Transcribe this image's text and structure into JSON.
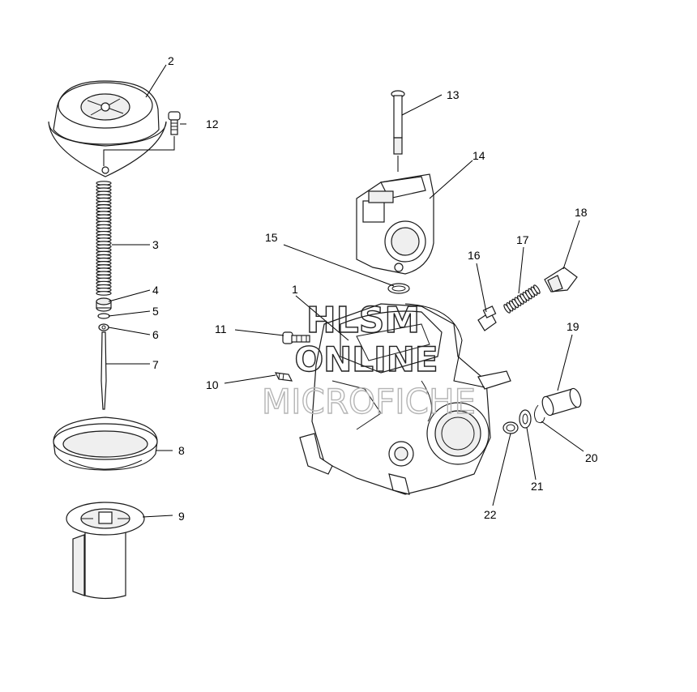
{
  "callouts": [
    "1",
    "2",
    "3",
    "4",
    "5",
    "6",
    "7",
    "8",
    "9",
    "10",
    "11",
    "12",
    "13",
    "14",
    "15",
    "16",
    "17",
    "18",
    "19",
    "20",
    "21",
    "22"
  ],
  "watermark": {
    "line1": "HLSM",
    "line2": "ONLINE",
    "line3": "MICROFICHE"
  }
}
